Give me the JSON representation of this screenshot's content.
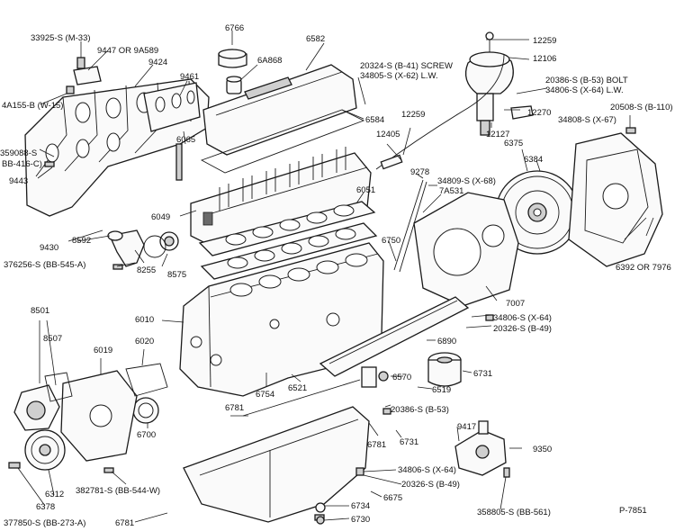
{
  "figure_id": "P-7851",
  "labels": {
    "l_33925": "33925-S (M-33)",
    "l_9447": "9447 OR 9A589",
    "l_9424": "9424",
    "l_4a155": "4A155-B (W-15)",
    "l_9461": "9461",
    "l_6766": "6766",
    "l_6a868": "6A868",
    "l_6582": "6582",
    "l_20324": "20324-S (B-41) SCREW",
    "l_34805": "34805-S (X-62) L.W.",
    "l_12259a": "12259",
    "l_12106": "12106",
    "l_20386a": "20386-S (B-53) BOLT",
    "l_34806a": "34806-S (X-64) L.W.",
    "l_12270": "12270",
    "l_12127": "12127",
    "l_20508": "20508-S (B-110)",
    "l_34808": "34808-S (X-67)",
    "l_359088": "359088-S",
    "l_bb416": "BB-416-C)",
    "l_9443": "9443",
    "l_6065": "6065",
    "l_6584": "6584",
    "l_12259b": "12259",
    "l_12405": "12405",
    "l_6375": "6375",
    "l_6384": "6384",
    "l_9278": "9278",
    "l_34809": "34809-S (X-68)",
    "l_7a531": "7A531",
    "l_6049": "6049",
    "l_6051": "6051",
    "l_9430": "9430",
    "l_8592": "8592",
    "l_376256": "376256-S (BB-545-A)",
    "l_8575": "8575",
    "l_8255": "8255",
    "l_6750": "6750",
    "l_6392": "6392 OR 7976",
    "l_7007": "7007",
    "l_8501": "8501",
    "l_8507": "8507",
    "l_6010": "6010",
    "l_6019": "6019",
    "l_6020": "6020",
    "l_34806b": "34806-S (X-64)",
    "l_20326a": "20326-S (B-49)",
    "l_6890": "6890",
    "l_6570": "6570",
    "l_6731a": "6731",
    "l_6519": "6519",
    "l_6754": "6754",
    "l_6521": "6521",
    "l_6700": "6700",
    "l_6781a": "6781",
    "l_20386b": "20386-S (B-53)",
    "l_6781b": "6781",
    "l_6731b": "6731",
    "l_9417": "9417",
    "l_9350": "9350",
    "l_6312": "6312",
    "l_6378": "6378",
    "l_382781": "382781-S (BB-544-W)",
    "l_34806c": "34806-S (X-64)",
    "l_20326b": "20326-S (B-49)",
    "l_6675": "6675",
    "l_6734": "6734",
    "l_6730": "6730",
    "l_358805": "358805-S (BB-561)",
    "l_377850": "377850-S (BB-273-A)",
    "l_6781c": "6781"
  }
}
